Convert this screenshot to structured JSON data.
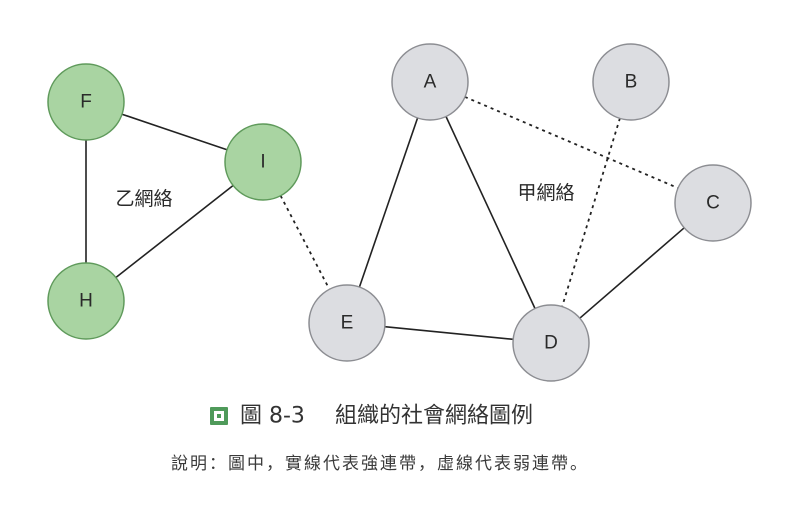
{
  "figure": {
    "number": "圖 8-3",
    "title": "組織的社會網絡圖例",
    "caption": "說明：圖中，實線代表強連帶，虛線代表弱連帶。",
    "icon": "square-bullet-icon"
  },
  "groups": [
    {
      "id": "yi",
      "label": "乙網絡"
    },
    {
      "id": "jia",
      "label": "甲網絡"
    }
  ],
  "colors": {
    "green_fill": "#a9d4a2",
    "green_stroke": "#5f9a5b",
    "gray_fill": "#dcdde1",
    "gray_stroke": "#8c8d92",
    "edge": "#222222",
    "bullet_green": "#4f9a5a"
  },
  "nodes": [
    {
      "id": "F",
      "label": "F",
      "group": "yi"
    },
    {
      "id": "I",
      "label": "I",
      "group": "yi"
    },
    {
      "id": "H",
      "label": "H",
      "group": "yi"
    },
    {
      "id": "A",
      "label": "A",
      "group": "jia"
    },
    {
      "id": "B",
      "label": "B",
      "group": "jia"
    },
    {
      "id": "C",
      "label": "C",
      "group": "jia"
    },
    {
      "id": "D",
      "label": "D",
      "group": "jia"
    },
    {
      "id": "E",
      "label": "E",
      "group": "jia"
    }
  ],
  "edges": [
    {
      "from": "F",
      "to": "I",
      "type": "strong"
    },
    {
      "from": "F",
      "to": "H",
      "type": "strong"
    },
    {
      "from": "H",
      "to": "I",
      "type": "strong"
    },
    {
      "from": "I",
      "to": "E",
      "type": "weak"
    },
    {
      "from": "A",
      "to": "E",
      "type": "strong"
    },
    {
      "from": "A",
      "to": "D",
      "type": "strong"
    },
    {
      "from": "A",
      "to": "C",
      "type": "weak"
    },
    {
      "from": "B",
      "to": "D",
      "type": "weak"
    },
    {
      "from": "C",
      "to": "D",
      "type": "strong"
    },
    {
      "from": "E",
      "to": "D",
      "type": "strong"
    }
  ]
}
